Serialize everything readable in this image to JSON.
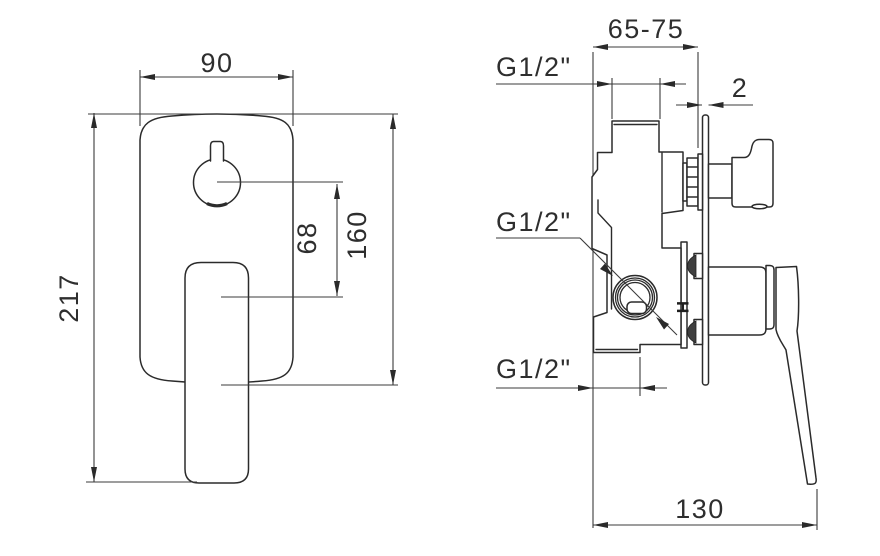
{
  "front_view": {
    "width": "90",
    "overall_height": "217",
    "knob_to_lever_offset": "68",
    "plate_height": "160"
  },
  "side_view": {
    "mounting_depth_range": "65-75",
    "plate_thickness": "2",
    "overall_length": "130",
    "thread_top_label": "G1/2\"",
    "thread_side_label": "G1/2\"",
    "thread_bottom_label": "G1/2\"",
    "hot_marker": "H"
  },
  "colors": {
    "line": "#2b2b2b",
    "background": "#ffffff"
  }
}
